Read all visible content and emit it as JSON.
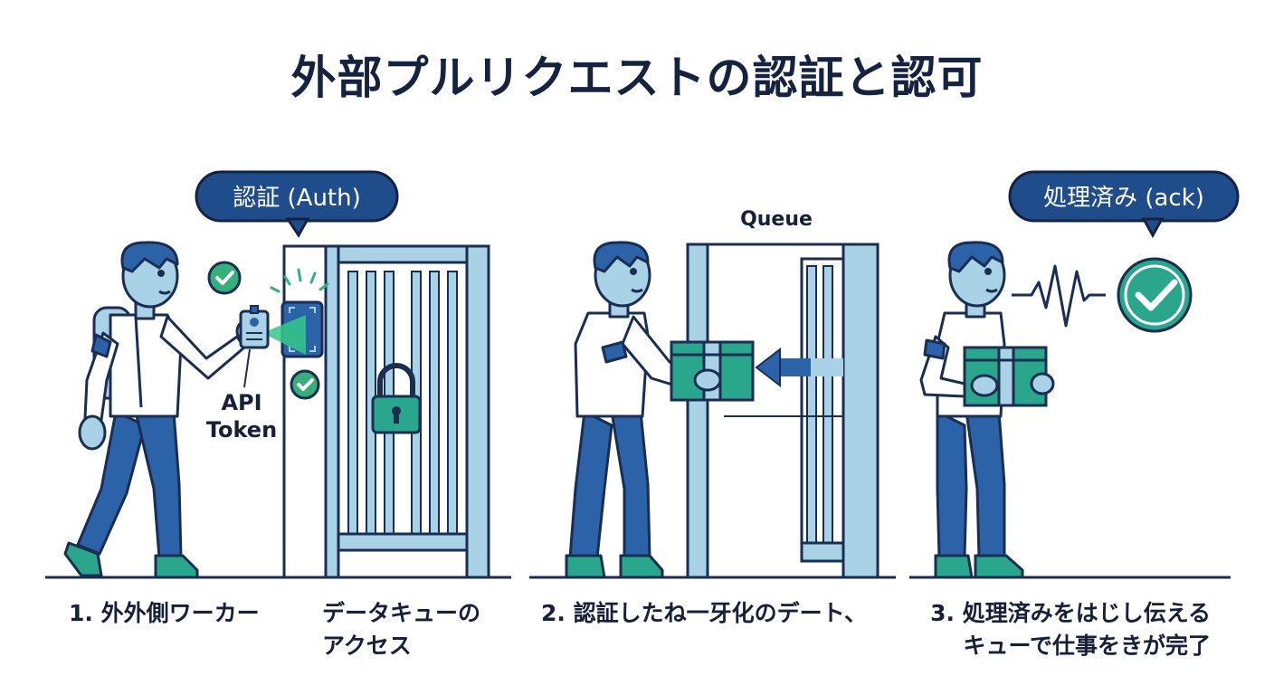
{
  "title": "外部プルリクエストの認証と認可",
  "bubbles": {
    "auth": "認証 (Auth)",
    "ack": "処理済み (ack)"
  },
  "labels": {
    "api_token_line1": "API",
    "api_token_line2": "Token",
    "queue": "Queue"
  },
  "captions": {
    "step1": "1. 外外側ワーカー",
    "access_line1": "データキューの",
    "access_line2": "アクセス",
    "step2": "2. 認証したね一牙化のデート、",
    "step3_line1": "3. 処理済みをはじし伝える",
    "step3_line2": "キューで仕事をきが完了"
  },
  "colors": {
    "navy": "#1a2d52",
    "blue": "#2b62a8",
    "light_blue": "#a9d2e6",
    "teal": "#2aa68c",
    "green": "#35b07a",
    "bubble": "#1f4d8c"
  },
  "icons": [
    "check-icon",
    "padlock-icon",
    "id-card-icon",
    "scanner-icon",
    "box-icon",
    "arrow-left-icon",
    "heartbeat-icon"
  ]
}
